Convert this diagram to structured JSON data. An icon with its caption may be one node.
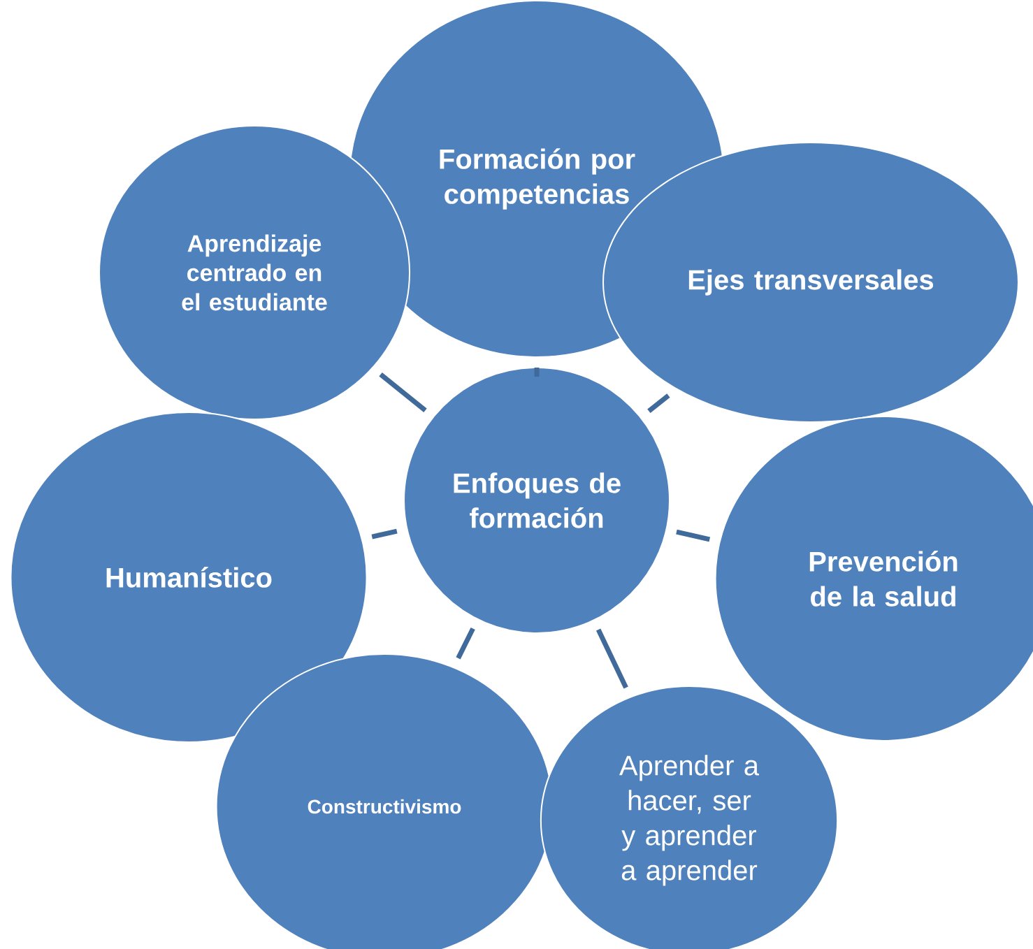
{
  "diagram": {
    "nodes": [
      {
        "text": [
          "Formación por competencias"
        ]
      },
      {
        "text": [
          "Aprendizaje centrado en el estudiante"
        ]
      },
      {
        "text": [
          "Ejes transversales"
        ]
      },
      {
        "text": [
          "Enfoques de formación"
        ]
      },
      {
        "text": [
          "Humanístico"
        ]
      },
      {
        "text": [
          "Prevención de la salud"
        ]
      },
      {
        "text": [
          "Constructivismo"
        ]
      },
      {
        "text": [
          "Aprender a hacer, ser y aprender a aprender"
        ]
      }
    ],
    "edges": [
      {
        "from": 3,
        "to": 1,
        "arrow": "none"
      },
      {
        "from": 3,
        "to": 0,
        "arrow": "none"
      },
      {
        "from": 3,
        "to": 2,
        "arrow": "none"
      },
      {
        "from": 3,
        "to": 4,
        "arrow": "none"
      },
      {
        "from": 3,
        "to": 5,
        "arrow": "none"
      },
      {
        "from": 3,
        "to": 6,
        "arrow": "none"
      },
      {
        "from": 3,
        "to": 7,
        "arrow": "none"
      }
    ]
  }
}
